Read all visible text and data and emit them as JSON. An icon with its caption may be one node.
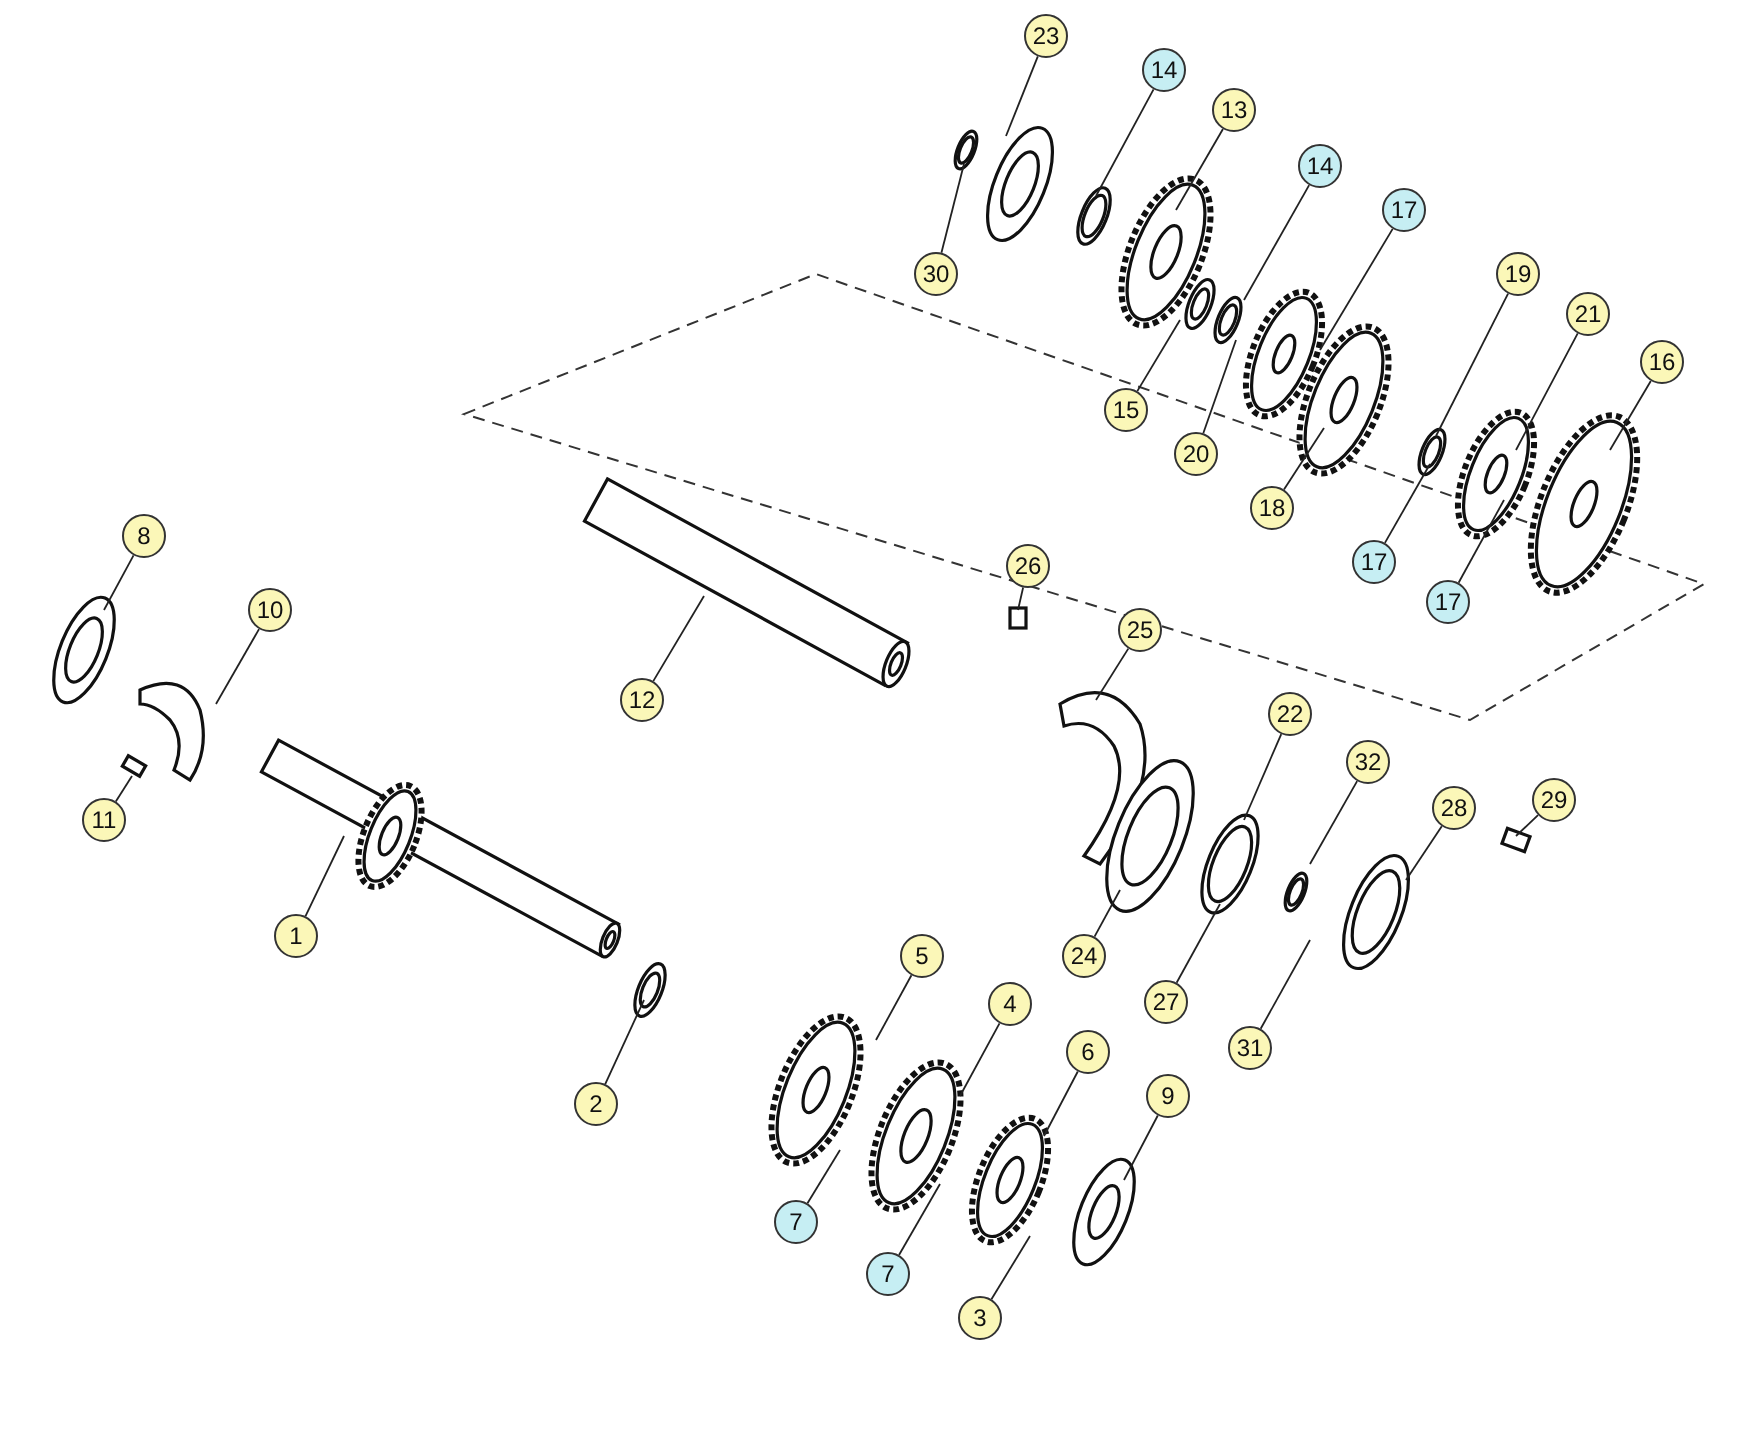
{
  "diagram": {
    "nodes": [
      {
        "text": [
          "23"
        ]
      },
      {
        "text": [
          "14"
        ]
      },
      {
        "text": [
          "13"
        ]
      },
      {
        "text": [
          "14"
        ]
      },
      {
        "text": [
          "17"
        ]
      },
      {
        "text": [
          "30"
        ]
      },
      {
        "text": [
          "19"
        ]
      },
      {
        "text": [
          "21"
        ]
      },
      {
        "text": [
          "16"
        ]
      },
      {
        "text": [
          "15"
        ]
      },
      {
        "text": [
          "20"
        ]
      },
      {
        "text": [
          "18"
        ]
      },
      {
        "text": [
          "8"
        ]
      },
      {
        "text": [
          "26"
        ]
      },
      {
        "text": [
          "17"
        ]
      },
      {
        "text": [
          "17"
        ]
      },
      {
        "text": [
          "10"
        ]
      },
      {
        "text": [
          "25"
        ]
      },
      {
        "text": [
          "12"
        ]
      },
      {
        "text": [
          "22"
        ]
      },
      {
        "text": [
          "32"
        ]
      },
      {
        "text": [
          "29"
        ]
      },
      {
        "text": [
          "28"
        ]
      },
      {
        "text": [
          "11"
        ]
      },
      {
        "text": [
          "1"
        ]
      },
      {
        "text": [
          "5"
        ]
      },
      {
        "text": [
          "24"
        ]
      },
      {
        "text": [
          "4"
        ]
      },
      {
        "text": [
          "27"
        ]
      },
      {
        "text": [
          "31"
        ]
      },
      {
        "text": [
          "6"
        ]
      },
      {
        "text": [
          "2"
        ]
      },
      {
        "text": [
          "9"
        ]
      },
      {
        "text": [
          "7"
        ]
      },
      {
        "text": [
          "7"
        ]
      },
      {
        "text": [
          "3"
        ]
      }
    ],
    "edges": [
      {
        "from": 0,
        "to": null,
        "arrow": "none"
      },
      {
        "from": 1,
        "to": null,
        "arrow": "none"
      },
      {
        "from": 2,
        "to": null,
        "arrow": "none"
      },
      {
        "from": 3,
        "to": null,
        "arrow": "none"
      },
      {
        "from": 4,
        "to": null,
        "arrow": "none"
      },
      {
        "from": 5,
        "to": null,
        "arrow": "none"
      },
      {
        "from": 6,
        "to": null,
        "arrow": "none"
      },
      {
        "from": 7,
        "to": null,
        "arrow": "none"
      },
      {
        "from": 8,
        "to": null,
        "arrow": "none"
      },
      {
        "from": 9,
        "to": null,
        "arrow": "none"
      },
      {
        "from": 10,
        "to": null,
        "arrow": "none"
      },
      {
        "from": 11,
        "to": null,
        "arrow": "none"
      },
      {
        "from": 12,
        "to": null,
        "arrow": "none"
      },
      {
        "from": 13,
        "to": null,
        "arrow": "none"
      },
      {
        "from": 14,
        "to": null,
        "arrow": "none"
      },
      {
        "from": 15,
        "to": null,
        "arrow": "none"
      },
      {
        "from": 16,
        "to": null,
        "arrow": "none"
      },
      {
        "from": 17,
        "to": null,
        "arrow": "none"
      },
      {
        "from": 18,
        "to": null,
        "arrow": "none"
      },
      {
        "from": 19,
        "to": null,
        "arrow": "none"
      },
      {
        "from": 20,
        "to": null,
        "arrow": "none"
      },
      {
        "from": 21,
        "to": null,
        "arrow": "none"
      },
      {
        "from": 22,
        "to": null,
        "arrow": "none"
      },
      {
        "from": 23,
        "to": null,
        "arrow": "none"
      },
      {
        "from": 24,
        "to": null,
        "arrow": "none"
      },
      {
        "from": 25,
        "to": null,
        "arrow": "none"
      },
      {
        "from": 26,
        "to": null,
        "arrow": "none"
      },
      {
        "from": 27,
        "to": null,
        "arrow": "none"
      },
      {
        "from": 28,
        "to": null,
        "arrow": "none"
      },
      {
        "from": 29,
        "to": null,
        "arrow": "none"
      },
      {
        "from": 30,
        "to": null,
        "arrow": "none"
      },
      {
        "from": 31,
        "to": null,
        "arrow": "none"
      },
      {
        "from": 32,
        "to": null,
        "arrow": "none"
      },
      {
        "from": 33,
        "to": null,
        "arrow": "none"
      },
      {
        "from": 34,
        "to": null,
        "arrow": "none"
      },
      {
        "from": 35,
        "to": null,
        "arrow": "none"
      }
    ]
  }
}
